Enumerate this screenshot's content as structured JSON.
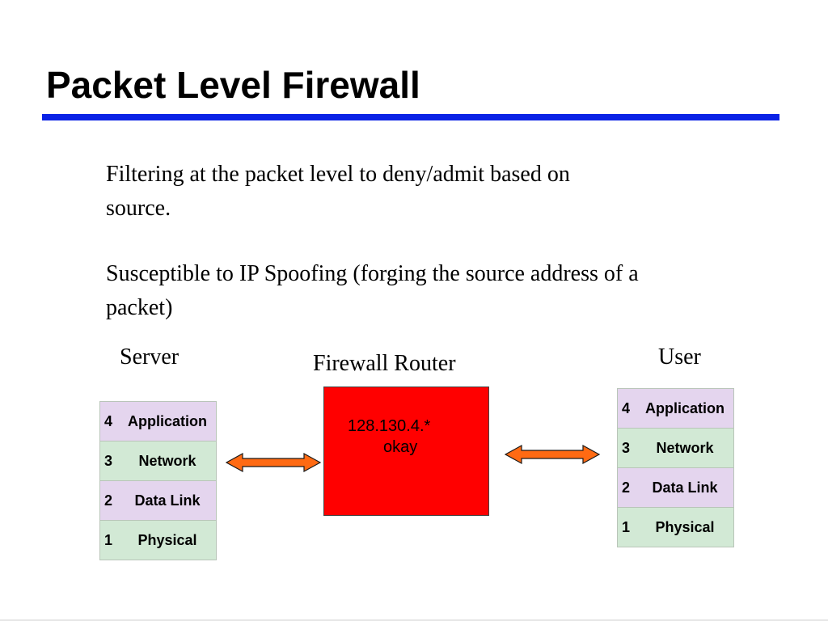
{
  "title": "Packet Level Firewall",
  "bullets": [
    "Filtering at the packet level to deny/admit based on source.",
    "Susceptible to IP Spoofing (forging the source address of a packet)"
  ],
  "labels": {
    "server": "Server",
    "user": "User",
    "firewall": "Firewall Router"
  },
  "server_stack": [
    {
      "num": "4",
      "name": "Application"
    },
    {
      "num": "3",
      "name": "Network"
    },
    {
      "num": "2",
      "name": "Data Link"
    },
    {
      "num": "1",
      "name": "Physical"
    }
  ],
  "user_stack": [
    {
      "num": "4",
      "name": "Application"
    },
    {
      "num": "3",
      "name": "Network"
    },
    {
      "num": "2",
      "name": "Data Link"
    },
    {
      "num": "1",
      "name": "Physical"
    }
  ],
  "router_rule": {
    "ip": "128.130.4.*",
    "action": "okay"
  },
  "colors": {
    "title_rule": "#0a22e6",
    "router": "#ff0000",
    "layer_purple": "#e4d5ee",
    "layer_green": "#d2e9d5",
    "arrow_fill": "#ff6a13"
  }
}
